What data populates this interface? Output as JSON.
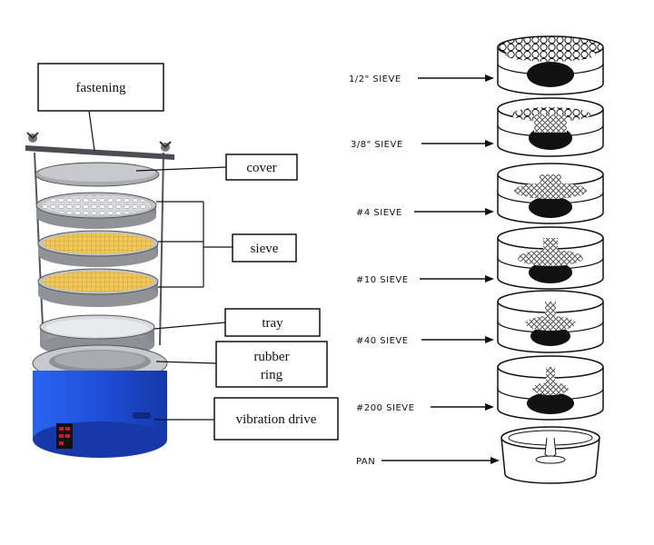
{
  "left_labels": {
    "fastening": "fastening",
    "cover": "cover",
    "sieve": "sieve",
    "tray": "tray",
    "rubber_ring_line1": "rubber",
    "rubber_ring_line2": "ring",
    "vibration_drive": "vibration drive"
  },
  "right_labels": {
    "half_inch": "1/2\" SIEVE",
    "three_eighths": "3/8\" SIEVE",
    "no4": "#4 SIEVE",
    "no10": "#10 SIEVE",
    "no40": "#40 SIEVE",
    "no200": "#200 SIEVE",
    "pan": "PAN"
  },
  "colors": {
    "drive_blue": "#1e4fd8",
    "mesh_yellow": "#f0c75a",
    "metal_gray": "#b9bdc2",
    "display_red": "#d8142a"
  }
}
